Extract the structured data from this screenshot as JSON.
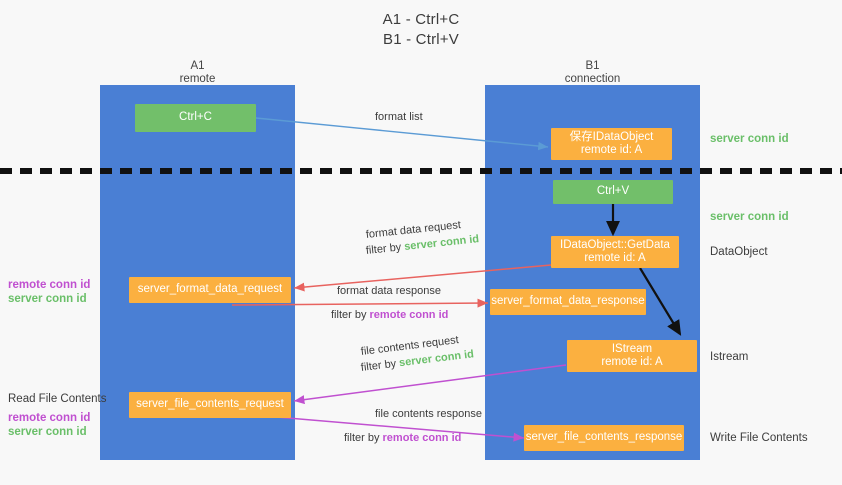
{
  "title": {
    "line1": "A1 - Ctrl+C",
    "line2": "B1 - Ctrl+V"
  },
  "columns": [
    {
      "name": "A1",
      "sub": "remote"
    },
    {
      "name": "B1",
      "sub": "connection"
    }
  ],
  "legend": {
    "server_conn_id": "server conn id",
    "remote_conn_id": "remote conn id",
    "server_conn_color": "#6abf69",
    "remote_conn_color": "#c050d0"
  },
  "colors": {
    "lane": "#4a7fd4",
    "green_node": "#72bf6a",
    "orange_node": "#fbb040",
    "blue_arrow": "#5b9bd5",
    "red_arrow": "#e8635f",
    "purple_arrow": "#c050d0",
    "black_arrow": "#111111",
    "background": "#f8f8f8"
  },
  "nodes": {
    "ctrl_c": {
      "label": "Ctrl+C",
      "style": "green"
    },
    "save_idataobject": {
      "label": "保存IDataObject",
      "sub": "remote id: A",
      "style": "orange"
    },
    "ctrl_v": {
      "label": "Ctrl+V",
      "style": "green"
    },
    "getdata": {
      "label": "IDataObject::GetData",
      "sub": "remote id: A",
      "style": "orange"
    },
    "server_format_data_request": {
      "label": "server_format_data_request",
      "style": "orange"
    },
    "server_format_data_response": {
      "label": "server_format_data_response",
      "style": "orange"
    },
    "istream": {
      "label": "IStream",
      "sub": "remote id: A",
      "style": "orange"
    },
    "server_file_contents_request": {
      "label": "server_file_contents_request",
      "style": "orange"
    },
    "server_file_contents_response": {
      "label": "server_file_contents_response",
      "style": "orange"
    }
  },
  "edge_labels": {
    "format_list": "format list",
    "format_data_request": "format data request",
    "format_data_request_filter_prefix": "filter by ",
    "format_data_request_filter_key": "server conn id",
    "format_data_response": "format data response",
    "format_data_response_filter_prefix": "filter by ",
    "format_data_response_filter_key": "remote conn id",
    "file_contents_request": "file contents request",
    "file_contents_request_filter_prefix": "filter by ",
    "file_contents_request_filter_key": "server conn id",
    "file_contents_response": "file contents response",
    "file_contents_response_filter_prefix": "filter by ",
    "file_contents_response_filter_key": "remote conn id"
  },
  "side_labels": {
    "right_server_conn_id_top": "server conn id",
    "right_server_conn_id_mid": "server conn id",
    "right_dataobject": "DataObject",
    "right_istream": "Istream",
    "right_write_file_contents": "Write File Contents",
    "left_read_file_contents": "Read File Contents",
    "left_remote_conn_id_1": "remote conn id",
    "left_server_conn_id_1": "server conn id",
    "left_remote_conn_id_2": "remote conn id",
    "left_server_conn_id_2": "server conn id"
  }
}
